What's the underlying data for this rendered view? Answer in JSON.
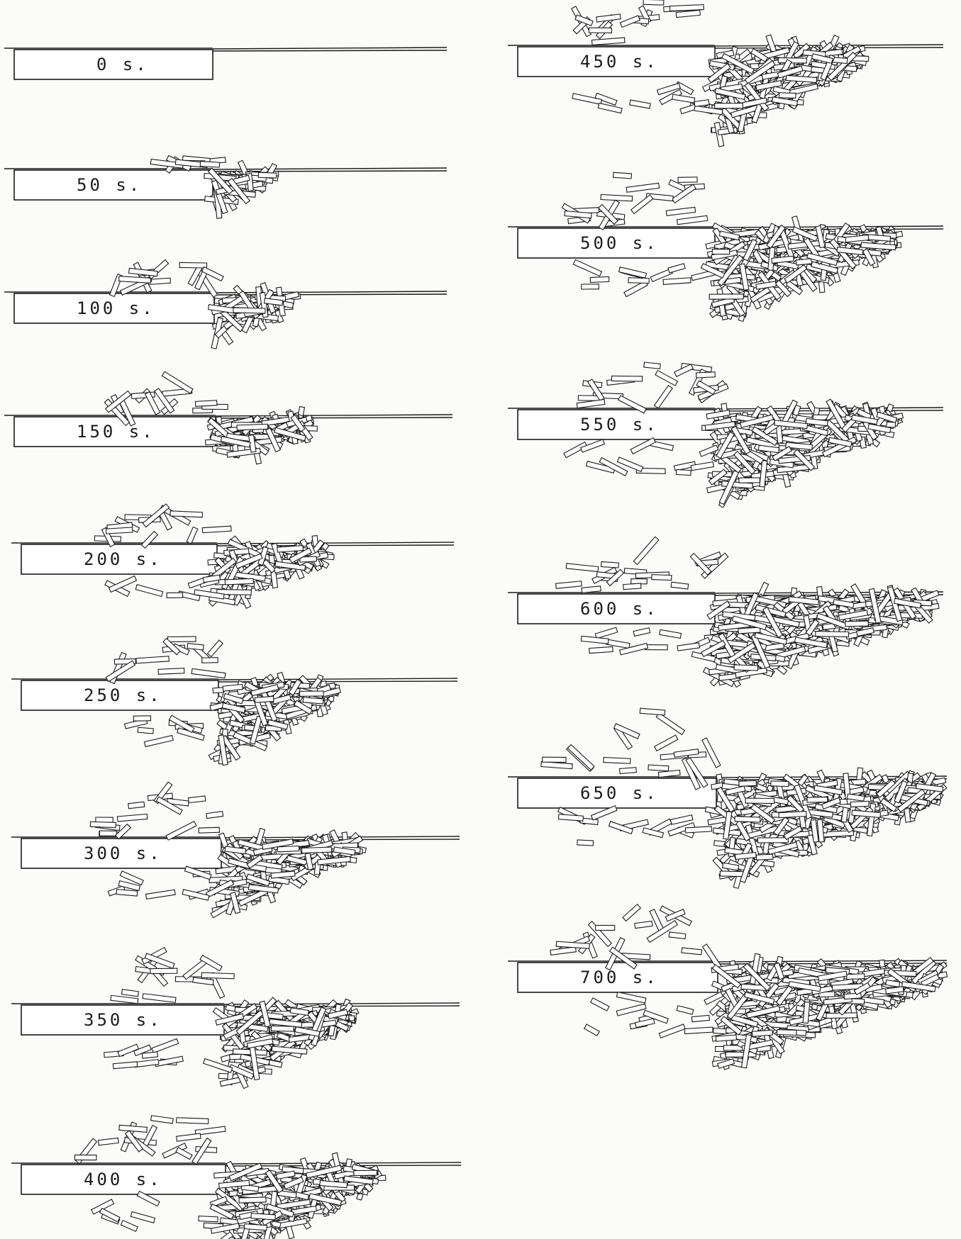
{
  "panels": [
    {
      "label": "0 s.",
      "pile": 0
    },
    {
      "label": "50 s.",
      "pile": 1
    },
    {
      "label": "100 s.",
      "pile": 2
    },
    {
      "label": "150 s.",
      "pile": 3
    },
    {
      "label": "200 s.",
      "pile": 4
    },
    {
      "label": "250 s.",
      "pile": 5
    },
    {
      "label": "300 s.",
      "pile": 6
    },
    {
      "label": "350 s.",
      "pile": 7
    },
    {
      "label": "400 s.",
      "pile": 8
    },
    {
      "label": "450 s.",
      "pile": 9
    },
    {
      "label": "500 s.",
      "pile": 10
    },
    {
      "label": "550 s.",
      "pile": 11
    },
    {
      "label": "600 s.",
      "pile": 12
    },
    {
      "label": "650 s.",
      "pile": 13
    },
    {
      "label": "700 s.",
      "pile": 14
    }
  ]
}
